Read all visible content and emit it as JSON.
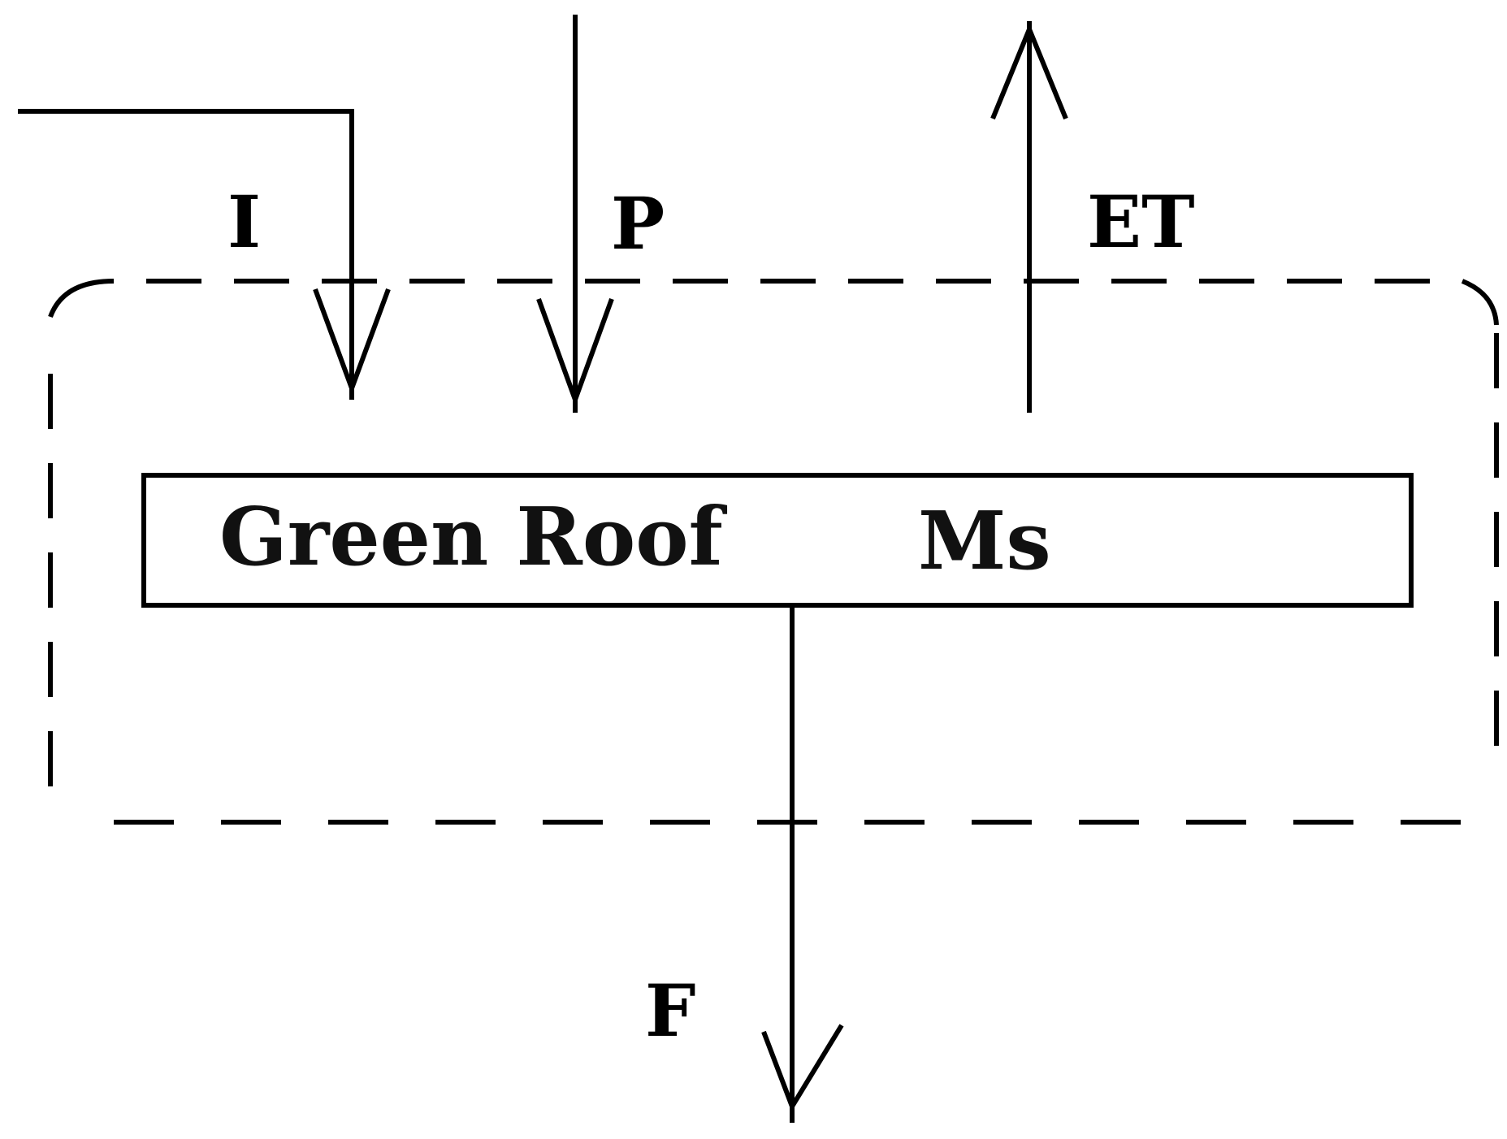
{
  "diagram": {
    "labels": {
      "inflow": "I",
      "precipitation": "P",
      "evapotranspiration": "ET",
      "outflow": "F",
      "box_name": "Green Roof",
      "box_storage": "Ms"
    },
    "colors": {
      "stroke": "#000000",
      "background": "#ffffff"
    }
  }
}
